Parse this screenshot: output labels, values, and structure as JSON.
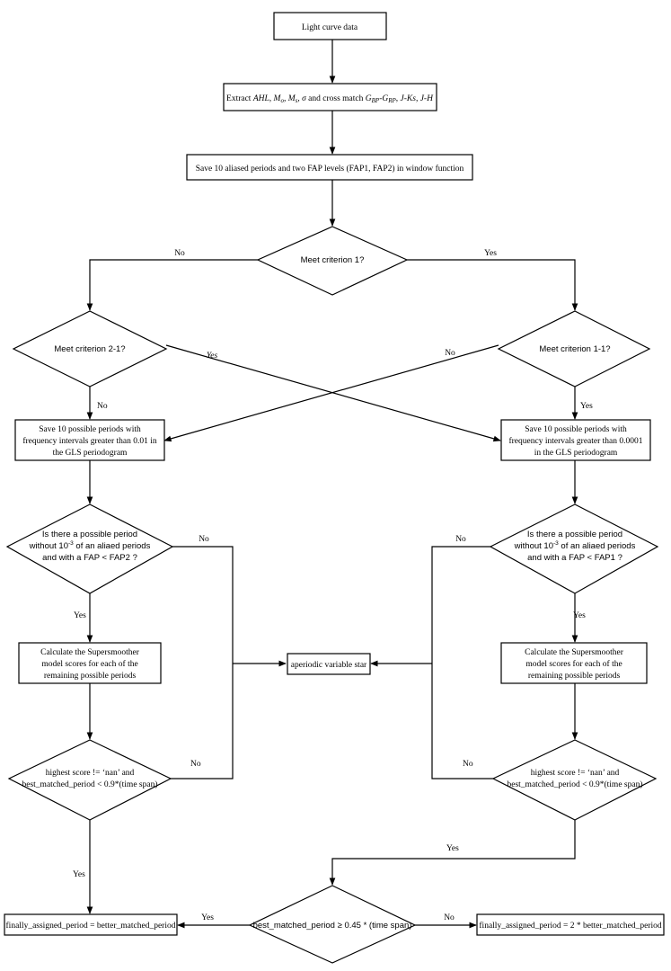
{
  "nodes": {
    "light_curve": "Light curve data",
    "extract": {
      "prefix": "Extract ",
      "AHL": "AHL",
      "c1": ", ",
      "M": "M",
      "sub_o": "o",
      "c2": ", ",
      "sub_s": "s",
      "c3": ", ",
      "sigma": "σ",
      "mid": " and cross match ",
      "G": "G",
      "sub_BP": "BP",
      "dash": "-",
      "sub_RP": "RP",
      "c4": ", ",
      "JKs": "J-Ks",
      "c5": ", ",
      "JH": "J-H"
    },
    "save_aliased": "Save 10 aliased periods and two FAP levels (FAP1, FAP2) in window function",
    "criterion1": "Meet criterion 1?",
    "criterion21": "Meet criterion 2-1?",
    "criterion11": "Meet criterion 1-1?",
    "save_left": [
      "Save 10 possible periods with",
      "frequency intervals greater than 0.01 in",
      "the GLS periodogram"
    ],
    "save_right": [
      "Save 10 possible periods with",
      "frequency intervals greater than 0.0001",
      "in the GLS periodogram"
    ],
    "q_left": {
      "line1": "Is there a possible period",
      "line2_a": "without 10",
      "line2_sup": "-3",
      "line2_b": " of an aliaed periods",
      "line3": "and with a FAP < FAP2 ?"
    },
    "q_right": {
      "line1": "Is there a possible period",
      "line2_a": "without 10",
      "line2_sup": "-3",
      "line2_b": " of an aliaed periods",
      "line3": "and with a FAP < FAP1 ?"
    },
    "aperiodic": "aperiodic variable star",
    "calc_left": [
      "Calculate the Supersmoother",
      "model scores for each of the",
      "remaining possible periods"
    ],
    "calc_right": [
      "Calculate the Supersmoother",
      "model scores for each of the",
      "remaining possible periods"
    ],
    "score_left": [
      "highest score != ‘nan’ and",
      "best_matched_period < 0.9*(time span)"
    ],
    "score_right": [
      "highest score != ‘nan’ and",
      "best_matched_period < 0.9*(time span)"
    ],
    "final_q": "best_matched_period ≥ 0.45 * (time span)",
    "final_left": "finally_assigned_period = better_matched_period",
    "final_right": "finally_assigned_period = 2 * better_matched_period"
  },
  "edge_labels": {
    "c1_no": "No",
    "c1_yes": "Yes",
    "c21_yes": "Yes",
    "c21_no": "No",
    "c11_no": "No",
    "c11_yes": "Yes",
    "ql_no": "No",
    "ql_yes": "Yes",
    "qr_no": "No",
    "qr_yes": "Yes",
    "sl_no": "No",
    "sl_yes": "Yes",
    "sr_no": "No",
    "sr_yes": "Yes",
    "f_yes": "Yes",
    "f_no": "No"
  }
}
